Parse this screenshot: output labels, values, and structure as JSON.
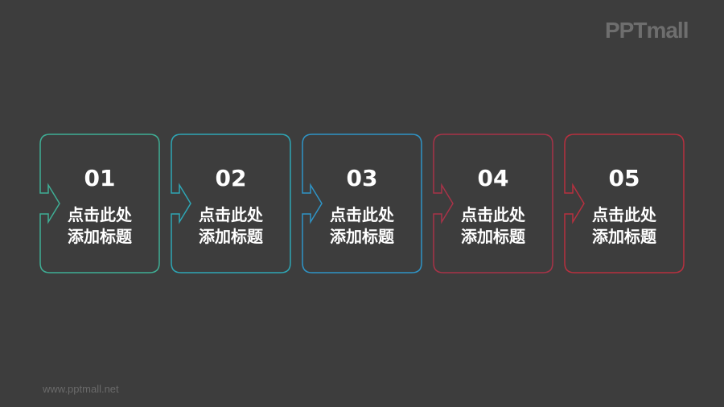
{
  "logo": "PPTmall",
  "footer_url": "www.pptmall.net",
  "steps": [
    {
      "number": "01",
      "line1": "点击此处",
      "line2": "添加标题",
      "color": "#3fae95"
    },
    {
      "number": "02",
      "line1": "点击此处",
      "line2": "添加标题",
      "color": "#2ea6b5"
    },
    {
      "number": "03",
      "line1": "点击此处",
      "line2": "添加标题",
      "color": "#2f94c6"
    },
    {
      "number": "04",
      "line1": "点击此处",
      "line2": "添加标题",
      "color": "#a83348"
    },
    {
      "number": "05",
      "line1": "点击此处",
      "line2": "添加标题",
      "color": "#b8303f"
    }
  ]
}
